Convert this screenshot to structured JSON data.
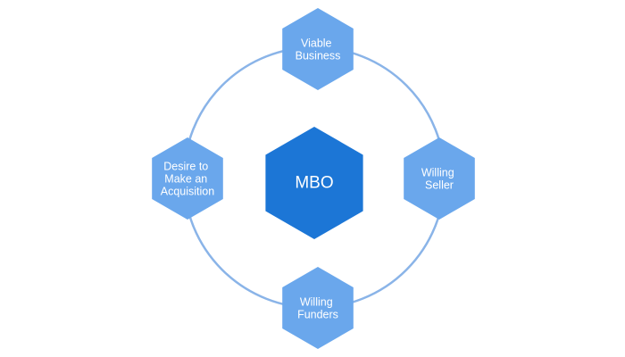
{
  "diagram": {
    "colors": {
      "ring": "#8ab4e8",
      "outer_hex": "#6aa7ec",
      "center_hex": "#1c76d6",
      "label_text": "#ffffff"
    },
    "center": {
      "label": "MBO"
    },
    "nodes": [
      {
        "id": "top",
        "lines": [
          "Viable",
          "Business"
        ]
      },
      {
        "id": "right",
        "lines": [
          "Willing",
          "Seller"
        ]
      },
      {
        "id": "bottom",
        "lines": [
          "Willing",
          "Funders"
        ]
      },
      {
        "id": "left",
        "lines": [
          "Desire to",
          "Make an",
          "Acquisition"
        ]
      }
    ]
  }
}
